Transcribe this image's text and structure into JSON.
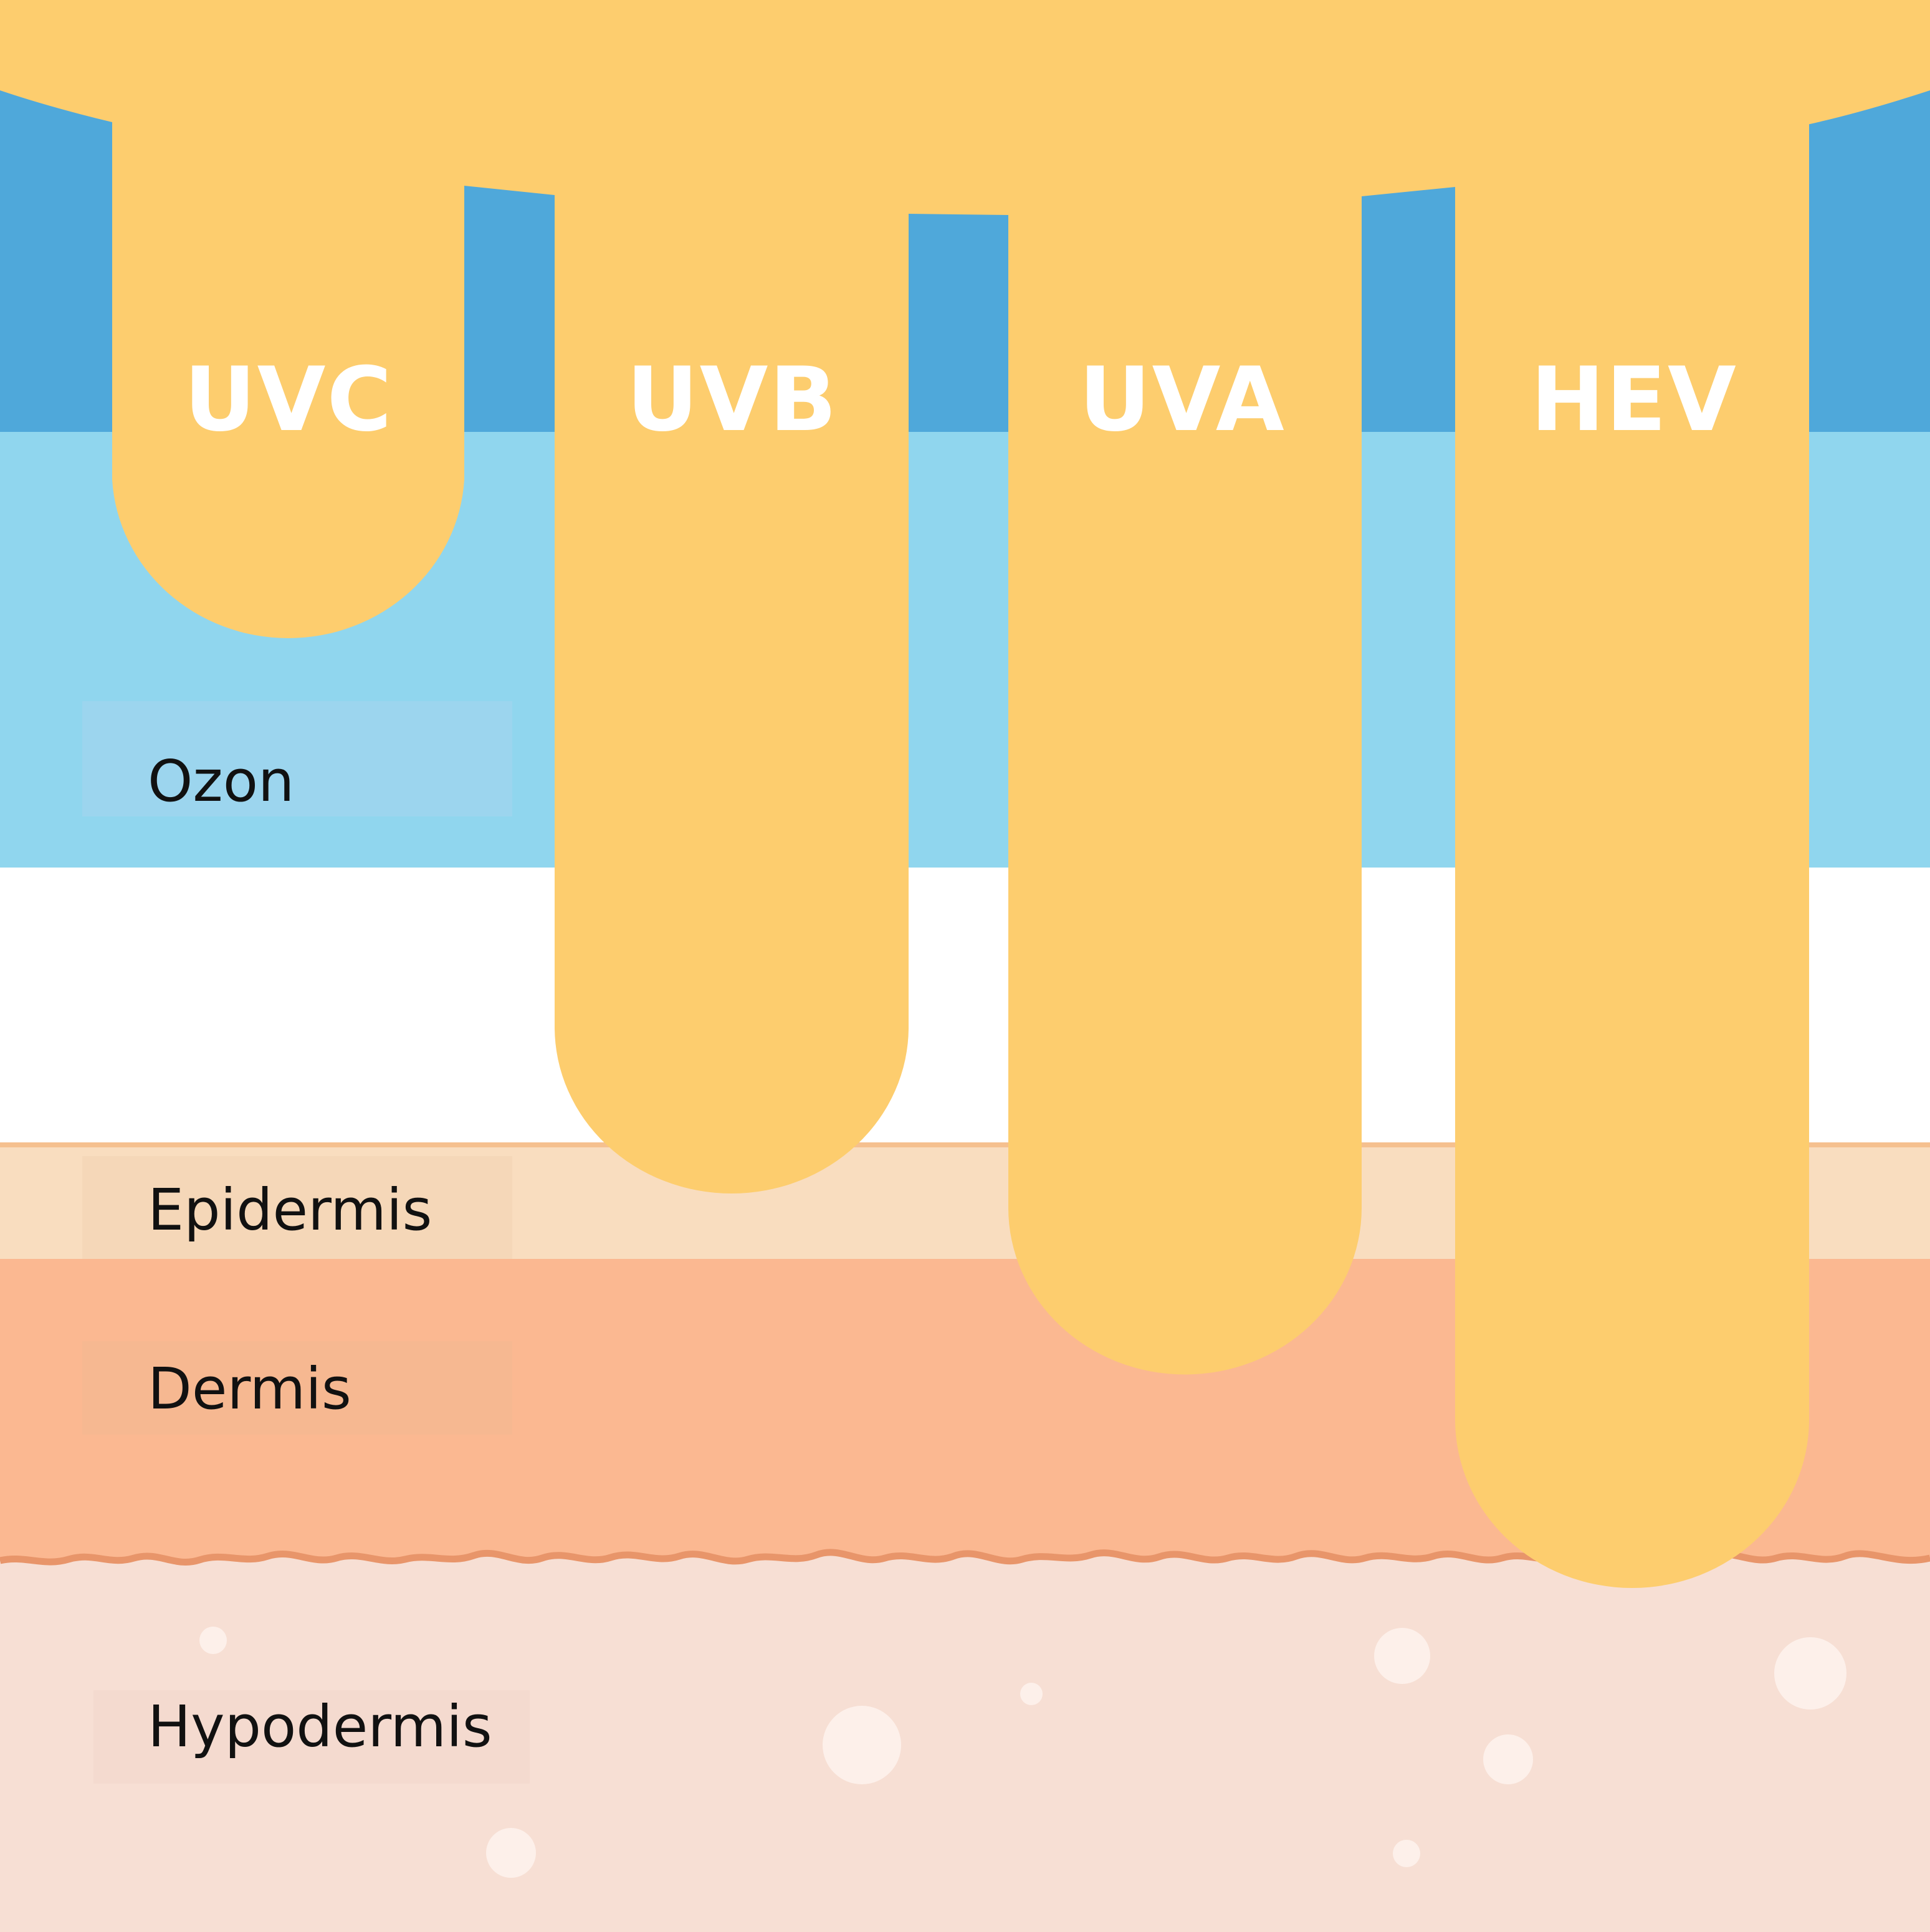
{
  "colors": {
    "sky_dark": "#4fa8da",
    "sky_light": "#90d6ee",
    "air": "#ffffff",
    "epidermis": "#f9ddbf",
    "epidermis_line": "#f5c08f",
    "dermis": "#fbb891",
    "hypodermis": "#f7dfd4",
    "boundary_line": "#e8956a",
    "rays": "#fdcd6e",
    "ray_label": "#ffffff",
    "layer_label": "#111111",
    "label_box_ozon": "#9cd5ee",
    "label_box_skin": "#f5d7b8",
    "label_box_dermis": "#f6b891",
    "label_box_hypodermis": "#f4dacf",
    "bubble": "#fdf0ea"
  },
  "rays": [
    {
      "name": "UVC",
      "reaches": "Ozon"
    },
    {
      "name": "UVB",
      "reaches": "Epidermis"
    },
    {
      "name": "UVA",
      "reaches": "Dermis"
    },
    {
      "name": "HEV",
      "reaches": "Hypodermis"
    }
  ],
  "layers": {
    "ozon": "Ozon",
    "epidermis": "Epidermis",
    "dermis": "Dermis",
    "hypodermis": "Hypodermis"
  }
}
